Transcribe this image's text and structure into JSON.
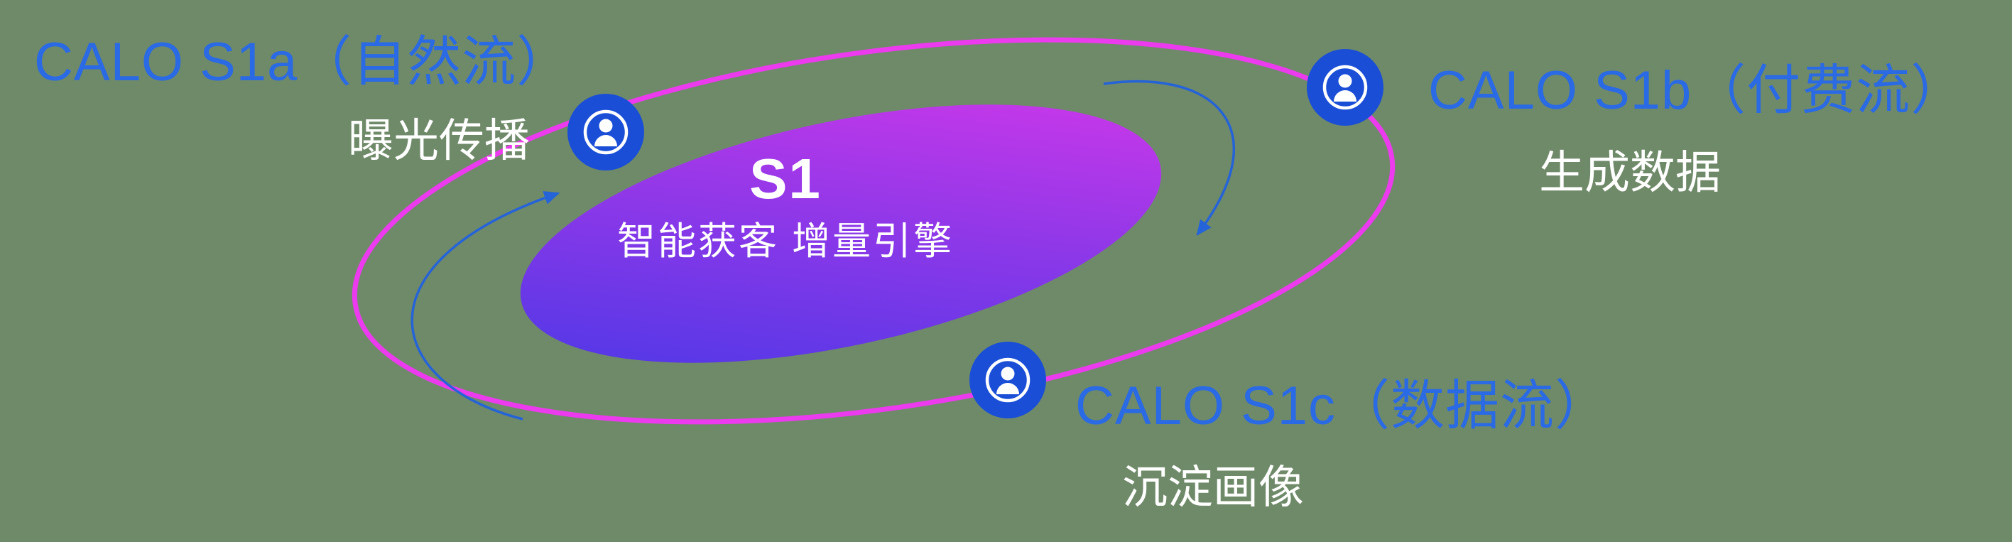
{
  "colors": {
    "background": "#6f8a69",
    "title_blue": "#2a6ae4",
    "subtitle_white": "#ffffff",
    "ring_magenta": "#ec3bee",
    "icon_blue": "#1a4ed6",
    "icon_glyph_white": "#ffffff",
    "arrow_blue": "#2563d8",
    "core_gradient_start": "#4438e6",
    "core_gradient_mid": "#8a38e8",
    "core_gradient_end": "#d838ea",
    "core_text_white": "#ffffff"
  },
  "core": {
    "title": "S1",
    "subtitle": "智能获客  增量引擎"
  },
  "nodes": [
    {
      "id": "s1a",
      "title": "CALO S1a（自然流）",
      "subtitle": "曝光传播",
      "icon": "user-circle-icon"
    },
    {
      "id": "s1b",
      "title": "CALO S1b（付费流）",
      "subtitle": "生成数据",
      "icon": "user-circle-icon"
    },
    {
      "id": "s1c",
      "title": "CALO S1c（数据流）",
      "subtitle": "沉淀画像",
      "icon": "user-circle-icon"
    }
  ]
}
